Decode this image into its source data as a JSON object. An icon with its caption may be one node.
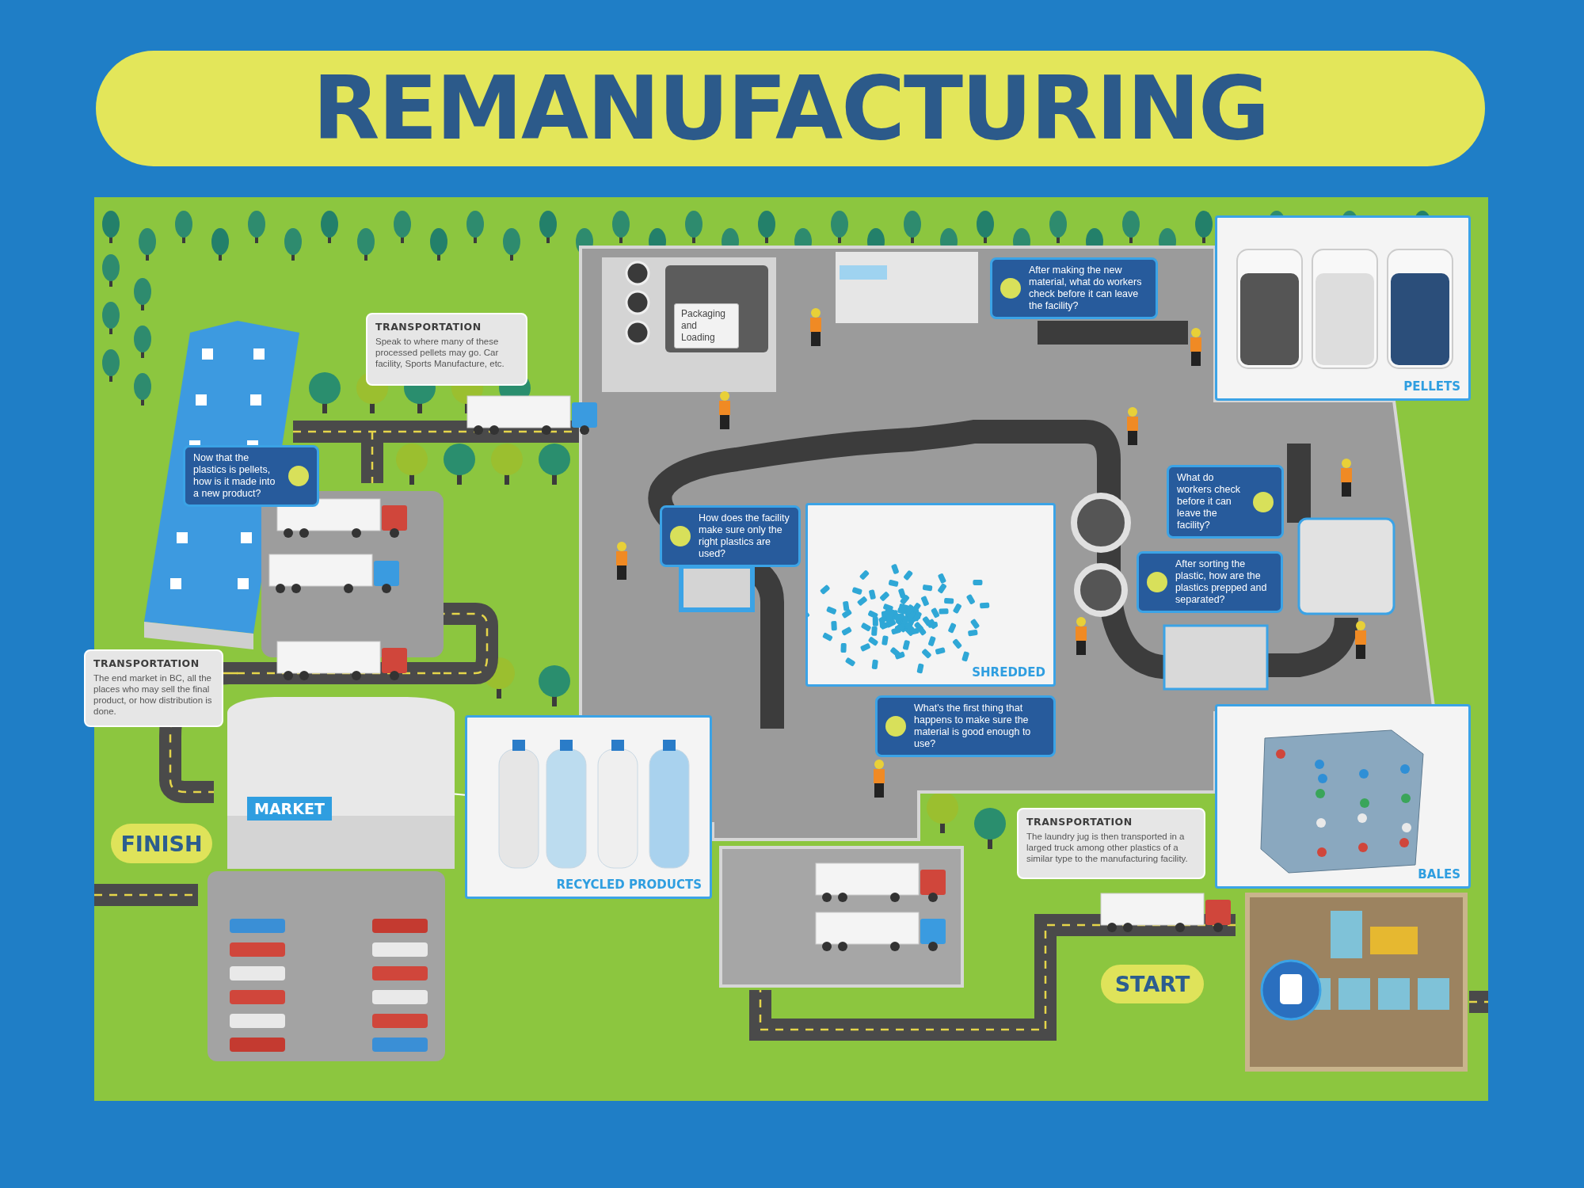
{
  "diagram": {
    "title": "REMANUFACTURING",
    "nodes": [
      {
        "text": [
          "After making the new material, what do workers check before it can leave the facility?"
        ]
      },
      {
        "text": [
          "PELLETS"
        ]
      },
      {
        "text": [
          "Packaging and Loading"
        ]
      },
      {
        "text": [
          "TRANSPORTATION",
          "Speak to where many of these processed pellets may go. Car facility, Sports Manufacture, etc."
        ]
      },
      {
        "text": [
          "Now that the plastics is pellets, how is it made into a new product?"
        ]
      },
      {
        "text": [
          "What do workers check before it can leave the facility?"
        ]
      },
      {
        "text": [
          "How does the facility make sure only the right plastics are used?"
        ]
      },
      {
        "text": [
          "SHREDDED"
        ]
      },
      {
        "text": [
          "After sorting the plastic, how are the plastics prepped and separated?"
        ]
      },
      {
        "text": [
          "TRANSPORTATION",
          "The end market in BC, all the places who may sell the final product, or how distribution is done."
        ]
      },
      {
        "text": [
          "What's the first thing that happens to make sure the material is good enough to use?"
        ]
      },
      {
        "text": [
          "RECYCLED PRODUCTS"
        ]
      },
      {
        "text": [
          "BALES"
        ]
      },
      {
        "text": [
          "MARKET"
        ]
      },
      {
        "text": [
          "FINISH"
        ]
      },
      {
        "text": [
          "TRANSPORTATION",
          "The laundry jug is then transported in a larged truck among other plastics of a similar type to the manufacturing facility."
        ]
      },
      {
        "text": [
          "START"
        ]
      }
    ],
    "edges": [
      {
        "from": 11,
        "to": 13,
        "arrow": "none"
      }
    ]
  }
}
